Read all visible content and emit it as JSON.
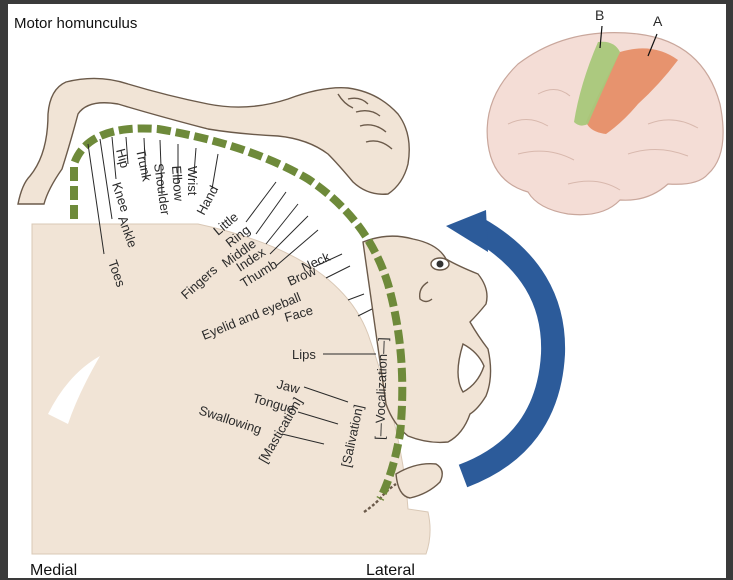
{
  "title": "Motor homunculus",
  "brain_labels": {
    "a": "A",
    "b": "B"
  },
  "axis": {
    "medial": "Medial",
    "lateral": "Lateral"
  },
  "body_parts": [
    "Toes",
    "Ankle",
    "Knee",
    "Hip",
    "Trunk",
    "Shoulder",
    "Elbow",
    "Wrist",
    "Hand",
    "Little",
    "Ring",
    "Middle",
    "Index",
    "Thumb",
    "Fingers",
    "Neck",
    "Brow",
    "Eyelid and eyeball",
    "Face",
    "Lips",
    "Jaw",
    "Tongue",
    "Swallowing",
    "[Mastication]",
    "[Salivation]",
    "[—Vocalization—]"
  ],
  "colors": {
    "skin": "#f1e4d6",
    "skin_stroke": "#6b5a4a",
    "cortex_bar": "#6e8a3a",
    "arrow": "#2c5b9a",
    "area_a": "#e58b63",
    "area_b": "#a8c77a",
    "brain": "#f4ddd6"
  }
}
